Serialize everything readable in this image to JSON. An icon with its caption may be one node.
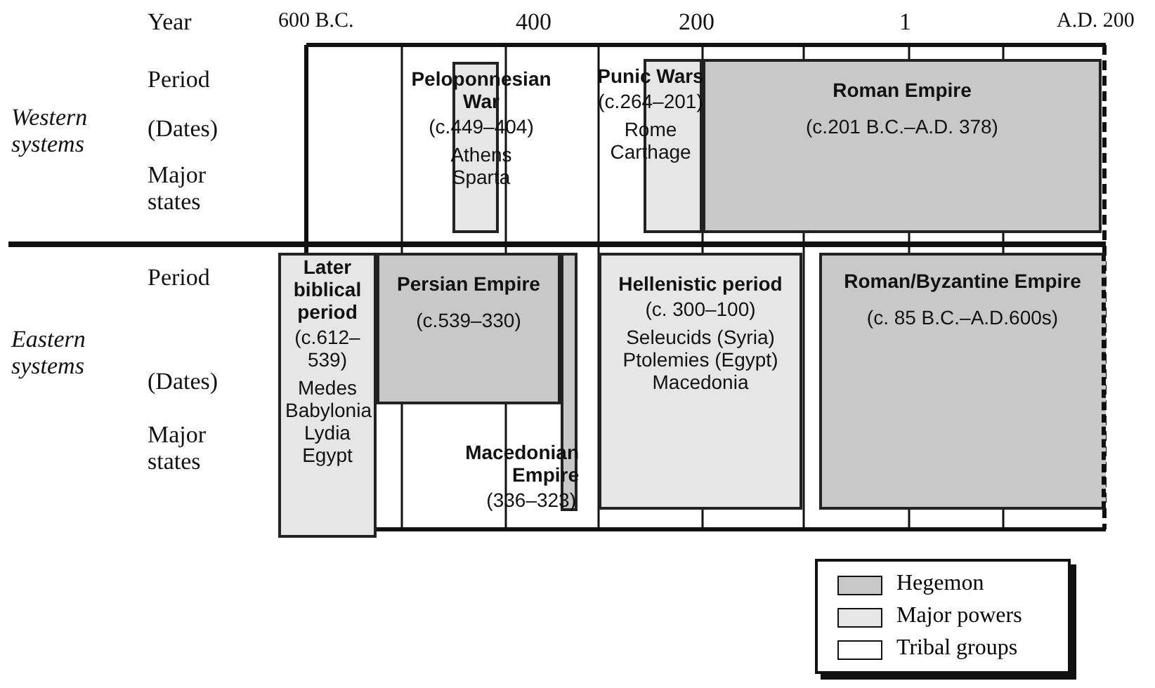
{
  "diagram": {
    "nodes": [
      {
        "text": [
          "Peloponnesian War",
          "(c.449–404)",
          "Athens Sparta"
        ]
      },
      {
        "text": [
          "Punic Wars",
          "(c.264–201)",
          "Rome Carthage"
        ]
      },
      {
        "text": [
          "Roman Empire",
          "(c.201 B.C.–A.D. 378)"
        ]
      },
      {
        "text": [
          "Later biblical period",
          "(c.612–539)",
          "Medes Babylonia Lydia Egypt"
        ]
      },
      {
        "text": [
          "Persian Empire",
          "(c.539–330)"
        ]
      },
      {
        "text": [
          "Macedonian Empire",
          "(336–323)"
        ]
      },
      {
        "text": [
          "Hellenistic period",
          "(c. 300–100)",
          "Seleucids (Syria) Ptolemies (Egypt) Macedonia"
        ]
      },
      {
        "text": [
          "Roman/Byzantine Empire",
          "(c. 85 B.C.–A.D.600s)"
        ]
      }
    ],
    "labels": [
      "Year",
      "600 B.C.",
      "400",
      "200",
      "1",
      "A.D. 200",
      "Period",
      "Western systems",
      "(Dates)",
      "Major states",
      "Period",
      "Eastern systems",
      "(Dates)",
      "Major states"
    ],
    "legend": [
      {
        "text": "Hegemon",
        "color": "#c8c8c8"
      },
      {
        "text": "Major powers",
        "color": "#e6e6e6"
      },
      {
        "text": "Tribal groups",
        "color": "#ffffff"
      }
    ]
  }
}
